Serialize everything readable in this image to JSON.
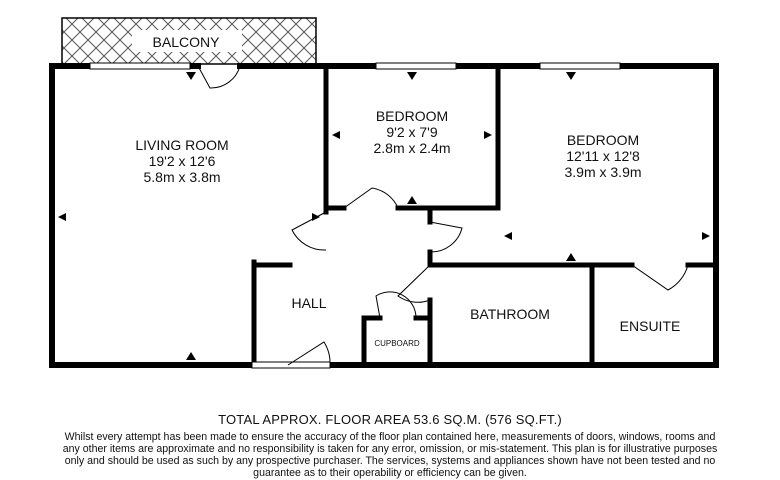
{
  "rooms": {
    "balcony": {
      "name": "BALCONY"
    },
    "living_room": {
      "name": "LIVING ROOM",
      "size_imperial": "19'2 x 12'6",
      "size_metric": "5.8m x 3.8m"
    },
    "bedroom_1": {
      "name": "BEDROOM",
      "size_imperial": "9'2 x 7'9",
      "size_metric": "2.8m x 2.4m"
    },
    "bedroom_2": {
      "name": "BEDROOM",
      "size_imperial": "12'11 x 12'8",
      "size_metric": "3.9m x 3.9m"
    },
    "hall": {
      "name": "HALL"
    },
    "bathroom": {
      "name": "BATHROOM"
    },
    "ensuite": {
      "name": "ENSUITE"
    },
    "cupboard": {
      "name": "CUPBOARD"
    }
  },
  "footer": {
    "total_area": "TOTAL APPROX. FLOOR AREA 53.6 SQ.M. (576 SQ.FT.)",
    "disclaimer": "Whilst every attempt has been made to ensure the accuracy of the floor plan contained here, measurements of doors, windows, rooms and any other items are approximate and no responsibility is taken for any error, omission, or mis-statement. This plan is for illustrative purposes only and should be used as such by any prospective purchaser. The services, systems and appliances shown have not been tested and no guarantee as to their operability or efficiency can be given."
  },
  "colors": {
    "wall": "#000000",
    "background": "#ffffff"
  }
}
